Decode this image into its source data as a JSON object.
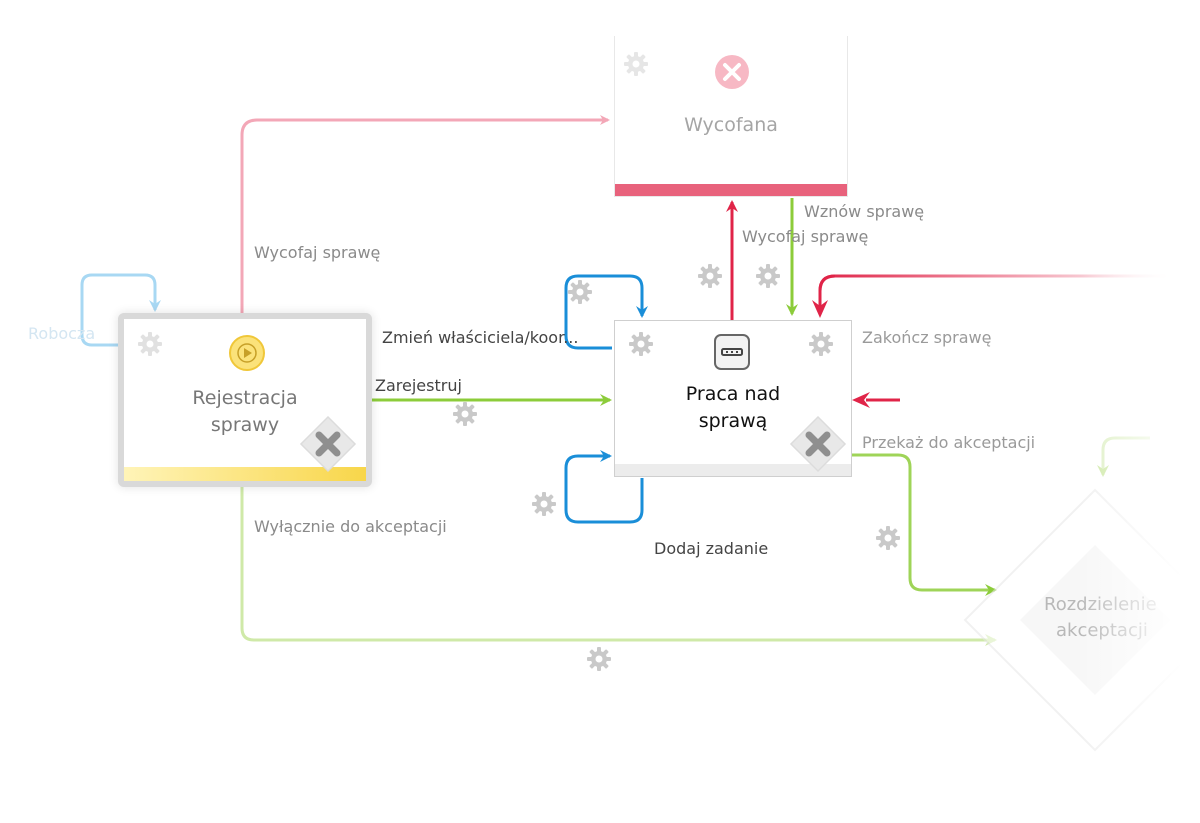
{
  "states": {
    "wycofana": {
      "title": "Wycofana"
    },
    "rejestracja": {
      "title_line1": "Rejestracja",
      "title_line2": "sprawy"
    },
    "praca": {
      "title_line1": "Praca nad",
      "title_line2": "sprawą"
    },
    "rozdzielenie": {
      "title_line1": "Rozdzielenie",
      "title_line2": "akceptacji"
    },
    "robocza": {
      "title": "Robocza"
    }
  },
  "transitions": {
    "wycofaj_1": "Wycofaj sprawę",
    "wycofaj_2": "Wycofaj sprawę",
    "wznow": "Wznów sprawę",
    "zmien": "Zmień właściciela/koor...",
    "zarejestruj": "Zarejestruj",
    "zakoncz": "Zakończ sprawę",
    "przekaz": "Przekaż do akceptacji",
    "wylacznie": "Wyłącznie do akceptacji",
    "dodaj": "Dodaj zadanie"
  },
  "colors": {
    "red": "#e02448",
    "pink": "#f3a7b7",
    "green": "#8ccc3a",
    "light_green": "#cfe9a8",
    "blue": "#1a8ed8",
    "light_blue": "#a8d8f3",
    "yellow": "#f8d64a",
    "gear": "#c8c8c8",
    "wycofana_bar": "#e8627c"
  },
  "icons": {
    "start": "play-icon",
    "cancel": "x-circle-icon",
    "task": "task-icon",
    "settings": "gear-icon",
    "delete": "delete-x-icon"
  }
}
